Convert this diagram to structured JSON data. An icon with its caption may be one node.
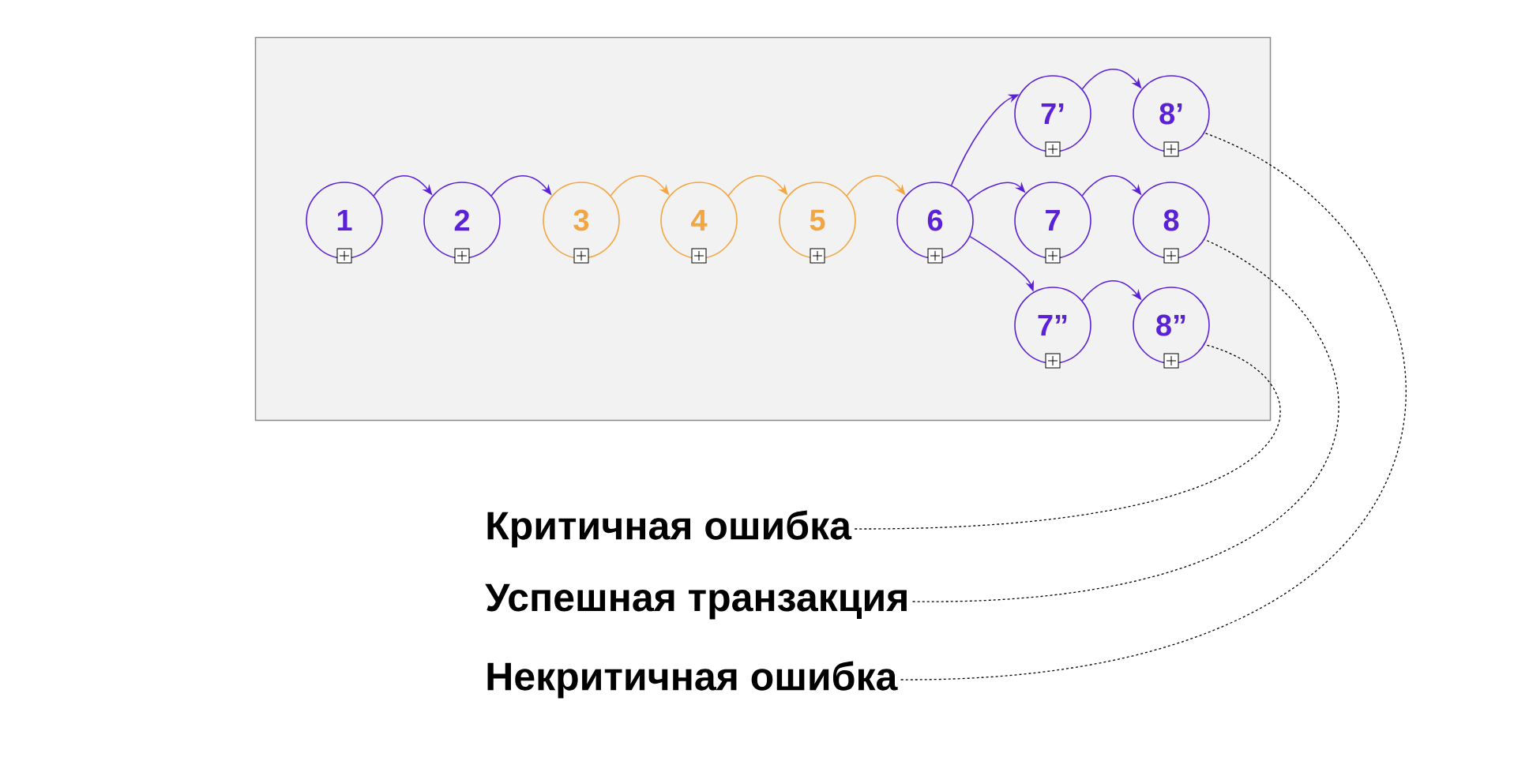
{
  "diagram": {
    "nodes": [
      {
        "text": [],
        "shape": "box"
      },
      {
        "text": [
          "1"
        ],
        "in": 0
      },
      {
        "text": [
          "2"
        ],
        "in": 0
      },
      {
        "text": [
          "3"
        ],
        "in": 0
      },
      {
        "text": [
          "4"
        ],
        "in": 0
      },
      {
        "text": [
          "5"
        ],
        "in": 0
      },
      {
        "text": [
          "6"
        ],
        "in": 0
      },
      {
        "text": [
          "7’"
        ],
        "in": 0
      },
      {
        "text": [
          "8’"
        ],
        "in": 0
      },
      {
        "text": [
          "7"
        ],
        "in": 0
      },
      {
        "text": [
          "8"
        ],
        "in": 0
      },
      {
        "text": [
          "7”"
        ],
        "in": 0
      },
      {
        "text": [
          "8”"
        ],
        "in": 0
      },
      {
        "text": [
          "Критичная ошибка"
        ]
      },
      {
        "text": [
          "Успешная транзакция"
        ]
      },
      {
        "text": [
          "Некритичная ошибка"
        ]
      }
    ],
    "edges": [
      {
        "from": 1,
        "to": 2,
        "arrow": "to"
      },
      {
        "from": 2,
        "to": 3,
        "arrow": "to"
      },
      {
        "from": 3,
        "to": 4,
        "arrow": "to",
        "color": "#f2a541"
      },
      {
        "from": 4,
        "to": 5,
        "arrow": "to",
        "color": "#f2a541"
      },
      {
        "from": 5,
        "to": 6,
        "arrow": "to",
        "color": "#f2a541"
      },
      {
        "from": 6,
        "to": 7,
        "arrow": "to"
      },
      {
        "from": 7,
        "to": 8,
        "arrow": "to"
      },
      {
        "from": 6,
        "to": 9,
        "arrow": "to"
      },
      {
        "from": 9,
        "to": 10,
        "arrow": "to"
      },
      {
        "from": 6,
        "to": 11,
        "arrow": "to"
      },
      {
        "from": 11,
        "to": 12,
        "arrow": "to"
      },
      {
        "from": 13,
        "to": 12,
        "arrow": "none",
        "style": "dashed",
        "color": "#000000"
      },
      {
        "from": 14,
        "to": 10,
        "arrow": "none",
        "style": "dashed",
        "color": "#000000"
      },
      {
        "from": 15,
        "to": 8,
        "arrow": "none",
        "style": "dashed",
        "color": "#000000"
      }
    ]
  }
}
